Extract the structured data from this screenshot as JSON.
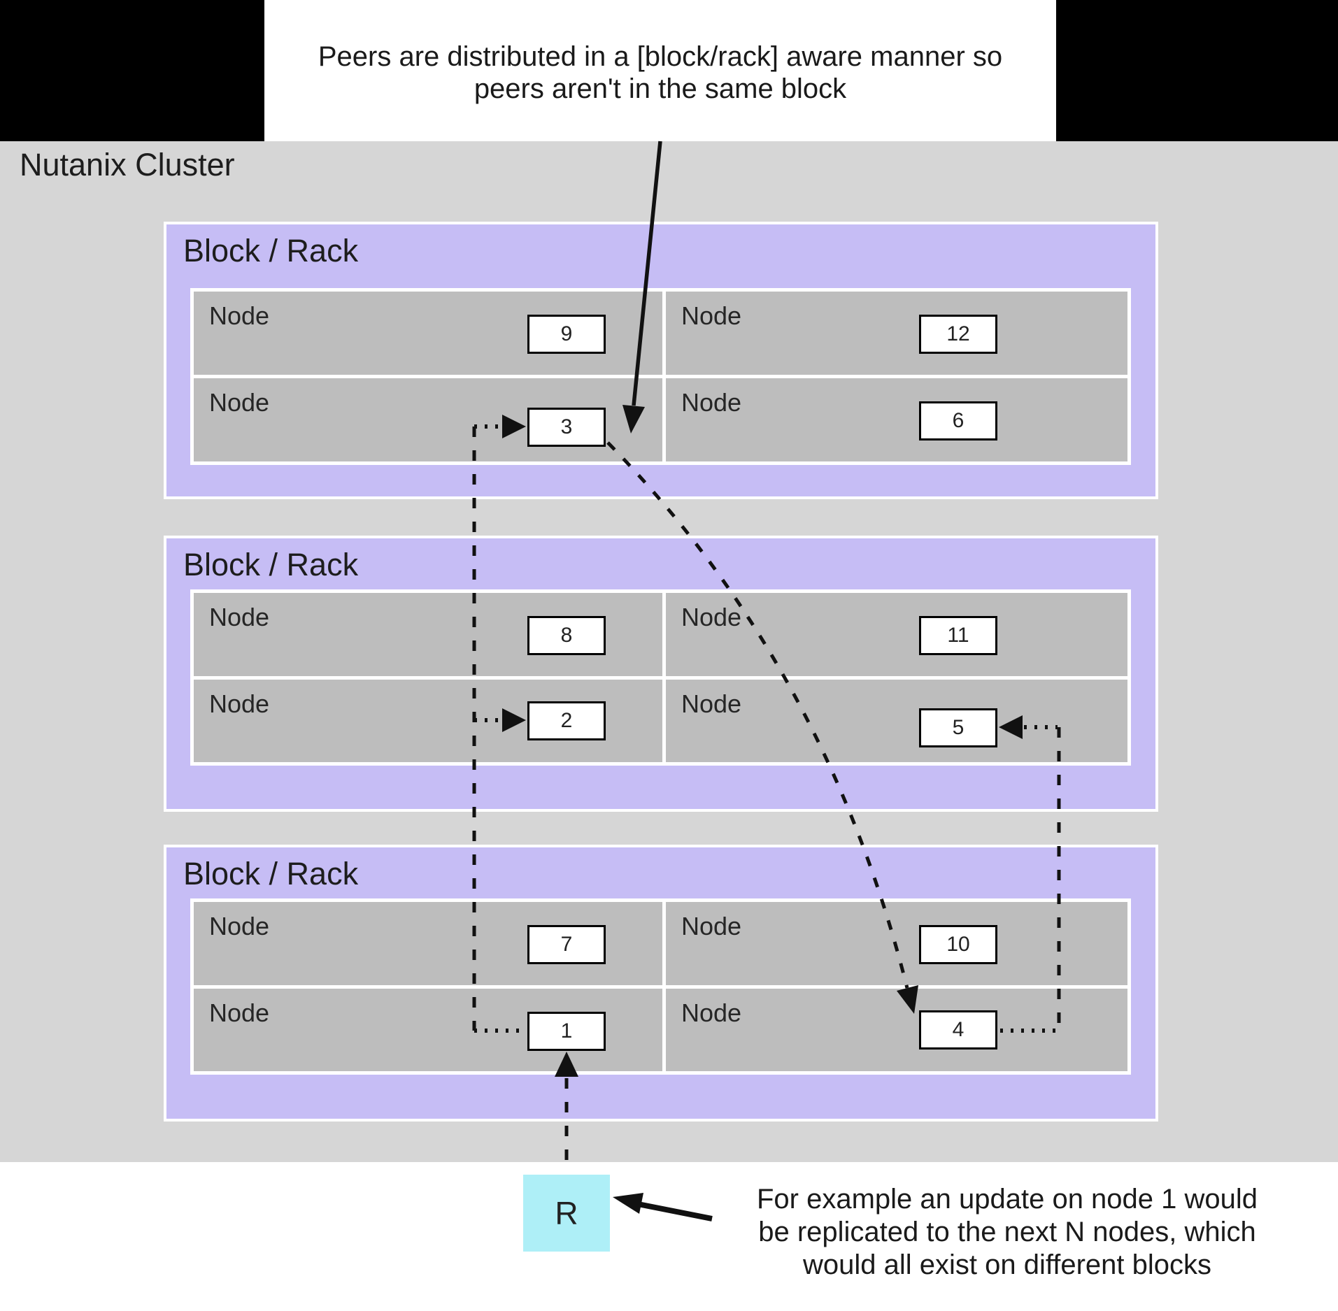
{
  "colors": {
    "purple": "#c6bdf5",
    "node_gray": "#bdbdbd",
    "cluster_gray": "#d6d6d6",
    "replica_cyan": "#aeeff7",
    "ink": "#111111"
  },
  "top_callout": {
    "lines": [
      "Peers are distributed in a [block/rack] aware manner so",
      "peers aren't in the same block"
    ]
  },
  "cluster": {
    "title": "Nutanix Cluster"
  },
  "blocks": [
    {
      "label": "Block / Rack",
      "nodes": [
        {
          "label": "Node",
          "num": "9"
        },
        {
          "label": "Node",
          "num": "12"
        },
        {
          "label": "Node",
          "num": "3"
        },
        {
          "label": "Node",
          "num": "6"
        }
      ]
    },
    {
      "label": "Block / Rack",
      "nodes": [
        {
          "label": "Node",
          "num": "8"
        },
        {
          "label": "Node",
          "num": "11"
        },
        {
          "label": "Node",
          "num": "2"
        },
        {
          "label": "Node",
          "num": "5"
        }
      ]
    },
    {
      "label": "Block / Rack",
      "nodes": [
        {
          "label": "Node",
          "num": "7"
        },
        {
          "label": "Node",
          "num": "10"
        },
        {
          "label": "Node",
          "num": "1"
        },
        {
          "label": "Node",
          "num": "4"
        }
      ]
    }
  ],
  "replica": {
    "label": "R"
  },
  "bottom_callout": {
    "lines": [
      "For example an update on node 1 would",
      "be replicated to the next N nodes, which",
      "would all exist on different blocks"
    ]
  }
}
